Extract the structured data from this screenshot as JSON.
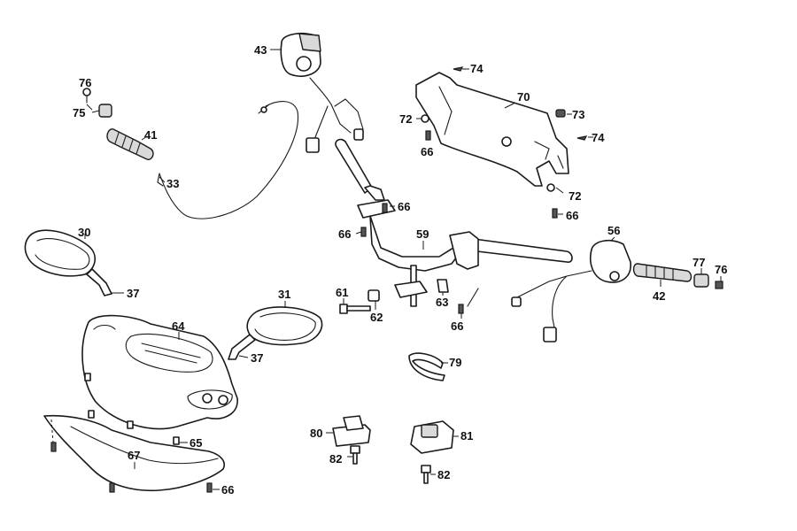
{
  "labels": {
    "p30": "30",
    "p31": "31",
    "p33": "33",
    "p37a": "37",
    "p37b": "37",
    "p41": "41",
    "p42": "42",
    "p43": "43",
    "p56": "56",
    "p59": "59",
    "p61": "61",
    "p62": "62",
    "p63": "63",
    "p64": "64",
    "p65": "65",
    "p66a": "66",
    "p66b": "66",
    "p66c": "66",
    "p66d": "66",
    "p66e": "66",
    "p66f": "66",
    "p67": "67",
    "p70": "70",
    "p72a": "72",
    "p72b": "72",
    "p73": "73",
    "p74a": "74",
    "p74b": "74",
    "p75": "75",
    "p76a": "76",
    "p76b": "76",
    "p77": "77",
    "p79": "79",
    "p80": "80",
    "p81": "81",
    "p82a": "82",
    "p82b": "82"
  },
  "colors": {
    "line": "#1a1a1a",
    "fill": "#ffffff",
    "shade": "#d9d9d9",
    "dark": "#555555"
  }
}
